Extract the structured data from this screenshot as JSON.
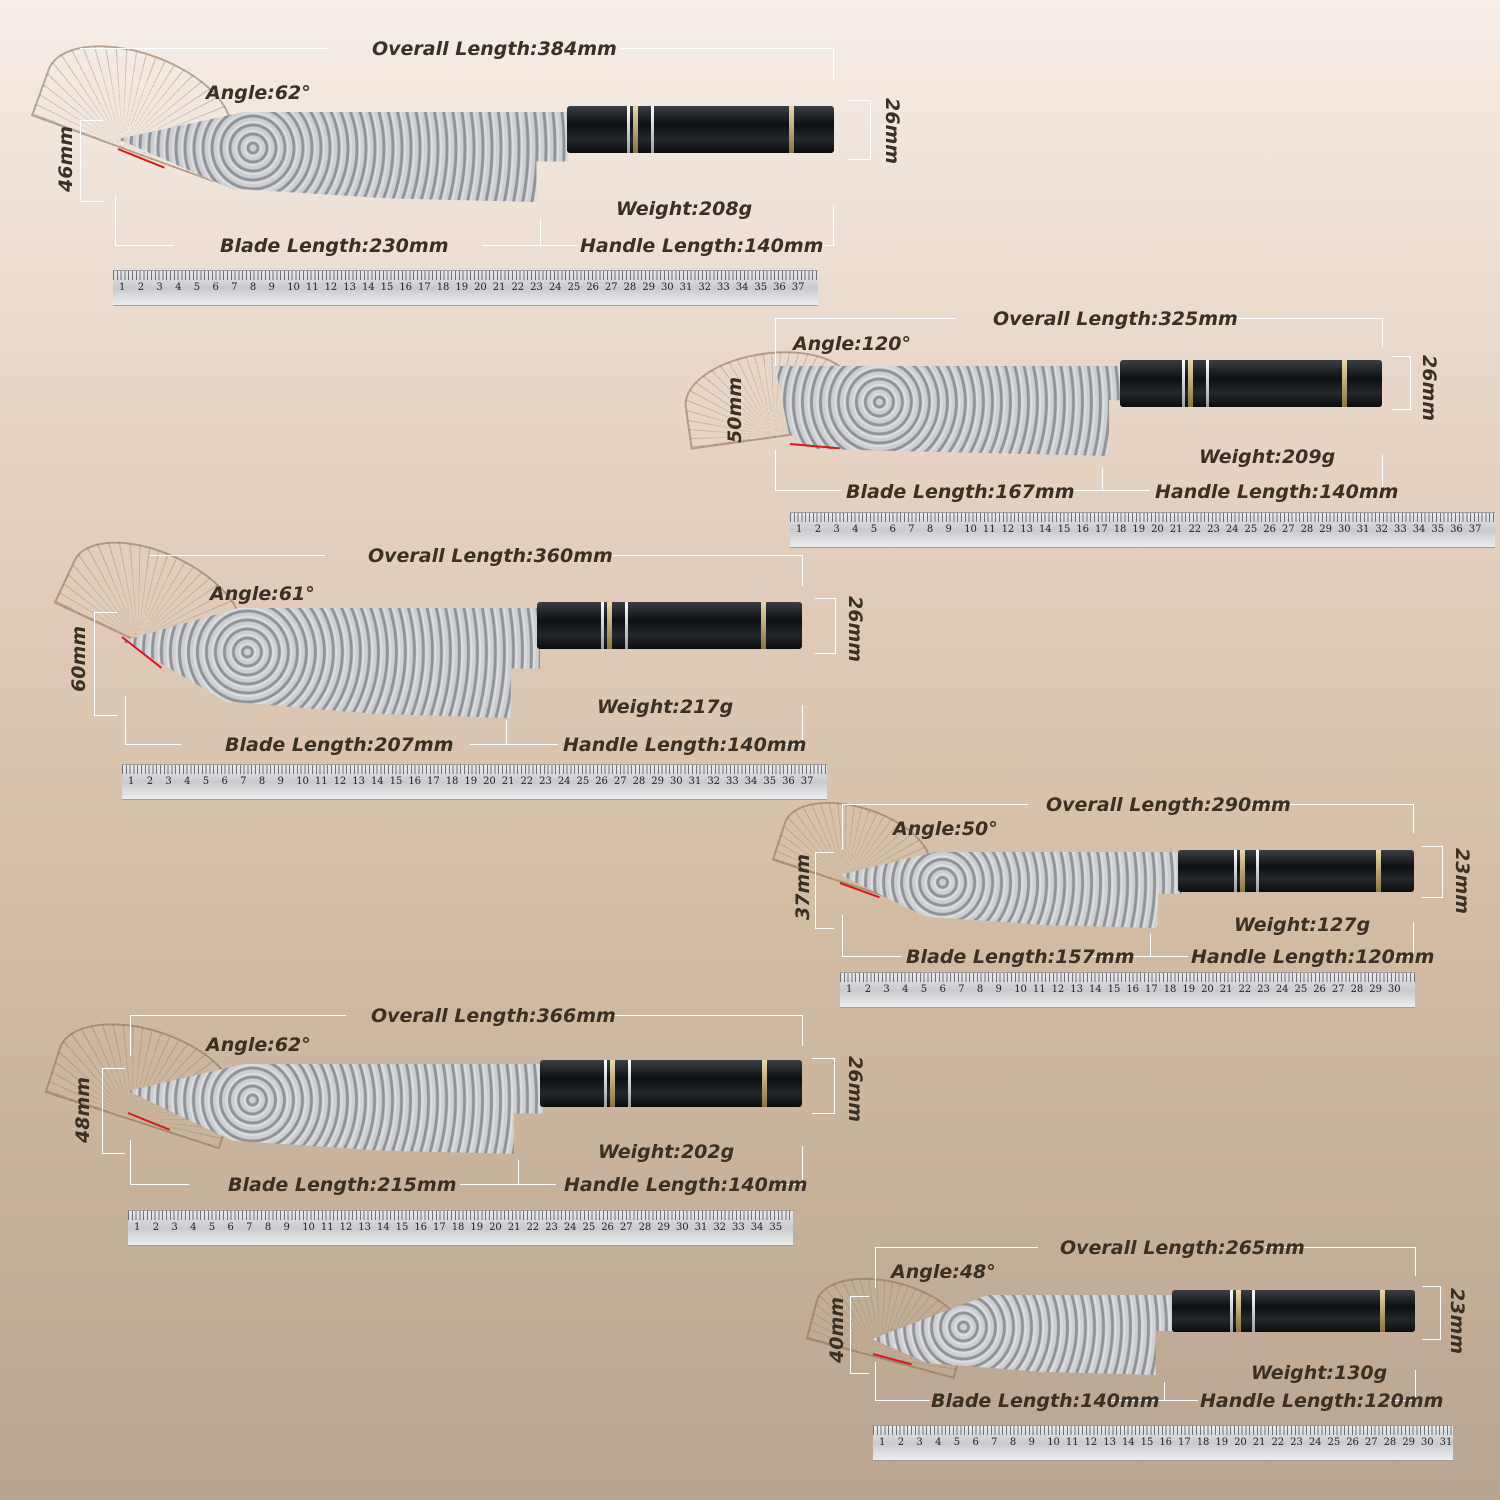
{
  "knives": [
    {
      "overall": "Overall Length:384mm",
      "angle": "Angle:62°",
      "height": "46mm",
      "spine": "26mm",
      "weight": "Weight:208g",
      "blade": "Blade Length:230mm",
      "handle": "Handle Length:140mm"
    },
    {
      "overall": "Overall Length:325mm",
      "angle": "Angle:120°",
      "height": "50mm",
      "spine": "26mm",
      "weight": "Weight:209g",
      "blade": "Blade Length:167mm",
      "handle": "Handle Length:140mm"
    },
    {
      "overall": "Overall Length:360mm",
      "angle": "Angle:61°",
      "height": "60mm",
      "spine": "26mm",
      "weight": "Weight:217g",
      "blade": "Blade Length:207mm",
      "handle": "Handle Length:140mm"
    },
    {
      "overall": "Overall Length:290mm",
      "angle": "Angle:50°",
      "height": "37mm",
      "spine": "23mm",
      "weight": "Weight:127g",
      "blade": "Blade Length:157mm",
      "handle": "Handle Length:120mm"
    },
    {
      "overall": "Overall Length:366mm",
      "angle": "Angle:62°",
      "height": "48mm",
      "spine": "26mm",
      "weight": "Weight:202g",
      "blade": "Blade Length:215mm",
      "handle": "Handle Length:140mm"
    },
    {
      "overall": "Overall Length:265mm",
      "angle": "Angle:48°",
      "height": "40mm",
      "spine": "23mm",
      "weight": "Weight:130g",
      "blade": "Blade Length:140mm",
      "handle": "Handle Length:120mm"
    }
  ],
  "ruler_numbers": [
    "1",
    "2",
    "3",
    "4",
    "5",
    "6",
    "7",
    "8",
    "9",
    "10",
    "11",
    "12",
    "13",
    "14",
    "15",
    "16",
    "17",
    "18",
    "19",
    "20",
    "21",
    "22",
    "23",
    "24",
    "25",
    "26",
    "27",
    "28",
    "29",
    "30",
    "31",
    "32",
    "33",
    "34",
    "35",
    "36",
    "37"
  ],
  "colors": {
    "text": "#3a3124",
    "edge": "#d81a1a",
    "lines": "#ffffff"
  }
}
